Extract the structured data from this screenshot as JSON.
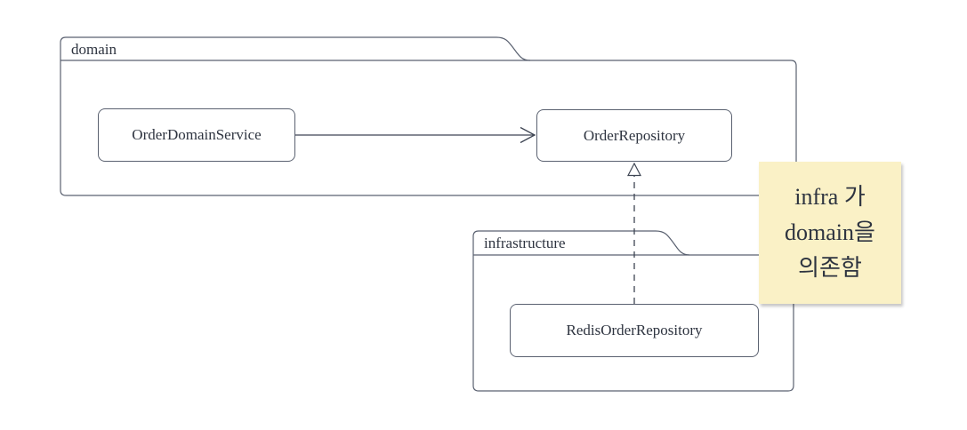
{
  "diagram": {
    "packages": [
      {
        "label": "domain"
      },
      {
        "label": "infrastructure"
      }
    ],
    "nodes": [
      {
        "label": "OrderDomainService",
        "package": "domain"
      },
      {
        "label": "OrderRepository",
        "package": "domain"
      },
      {
        "label": "RedisOrderRepository",
        "package": "infrastructure"
      }
    ],
    "edges": [
      {
        "from": "OrderDomainService",
        "to": "OrderRepository",
        "line": "solid",
        "arrowhead": "open"
      },
      {
        "from": "RedisOrderRepository",
        "to": "OrderRepository",
        "line": "dashed",
        "arrowhead": "hollow-triangle"
      }
    ],
    "note": {
      "lines": [
        "infra 가",
        "domain을",
        "의존함"
      ],
      "text": "infra 가 domain을 의존함"
    },
    "colors": {
      "note_bg": "#FAF1C6",
      "stroke": "#5A6170",
      "edge": "#3E4553",
      "text": "#2E3440",
      "background": "#FFFFFF"
    }
  }
}
